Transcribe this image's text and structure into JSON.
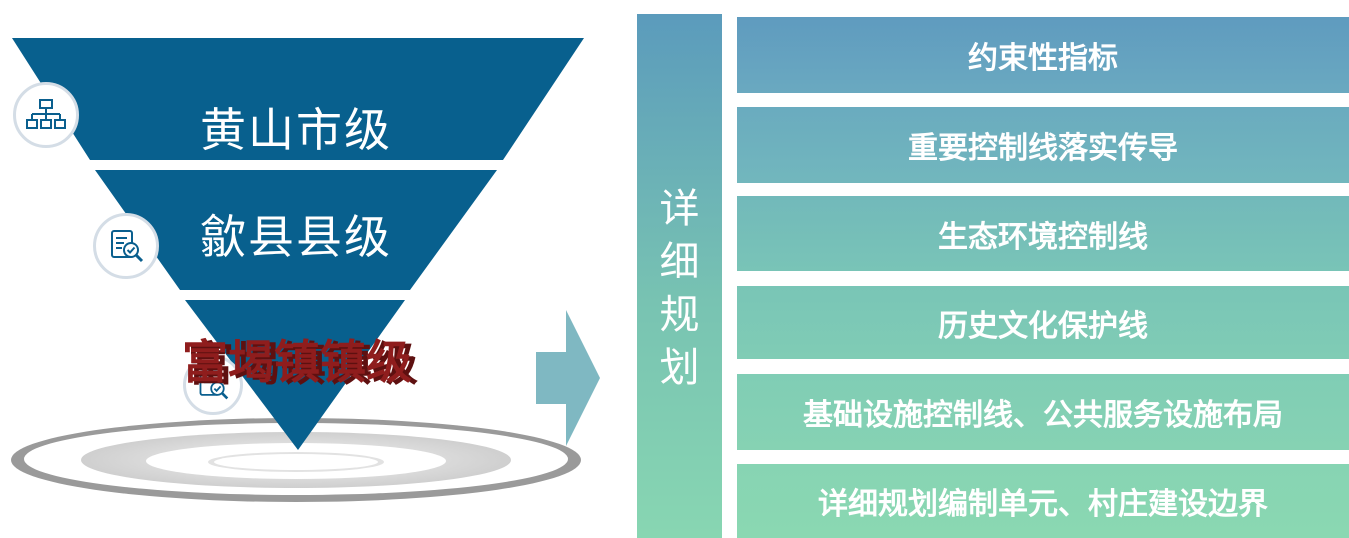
{
  "funnel": {
    "tiers": [
      {
        "label": "黄山市级",
        "icon": "org-chart-icon"
      },
      {
        "label": "歙县县级",
        "icon": "document-search-icon"
      },
      {
        "label": "富堨镇镇级",
        "icon": "document-search-icon"
      }
    ],
    "colors": {
      "tier": "#08608e",
      "tier_town_text": "#8f1d1d"
    }
  },
  "arrow": {
    "icon": "right-arrow-icon",
    "color": "#7fb8c2"
  },
  "detail_panel": {
    "title_chars": [
      "详",
      "细",
      "规",
      "划"
    ],
    "items": [
      "约束性指标",
      "重要控制线落实传导",
      "生态环境控制线",
      "历史文化保护线",
      "基础设施控制线、公共服务设施布局",
      "详细规划编制单元、村庄建设边界"
    ],
    "colors": {
      "top": "#5f9bbf",
      "bottom": "#8ad8b2"
    }
  }
}
